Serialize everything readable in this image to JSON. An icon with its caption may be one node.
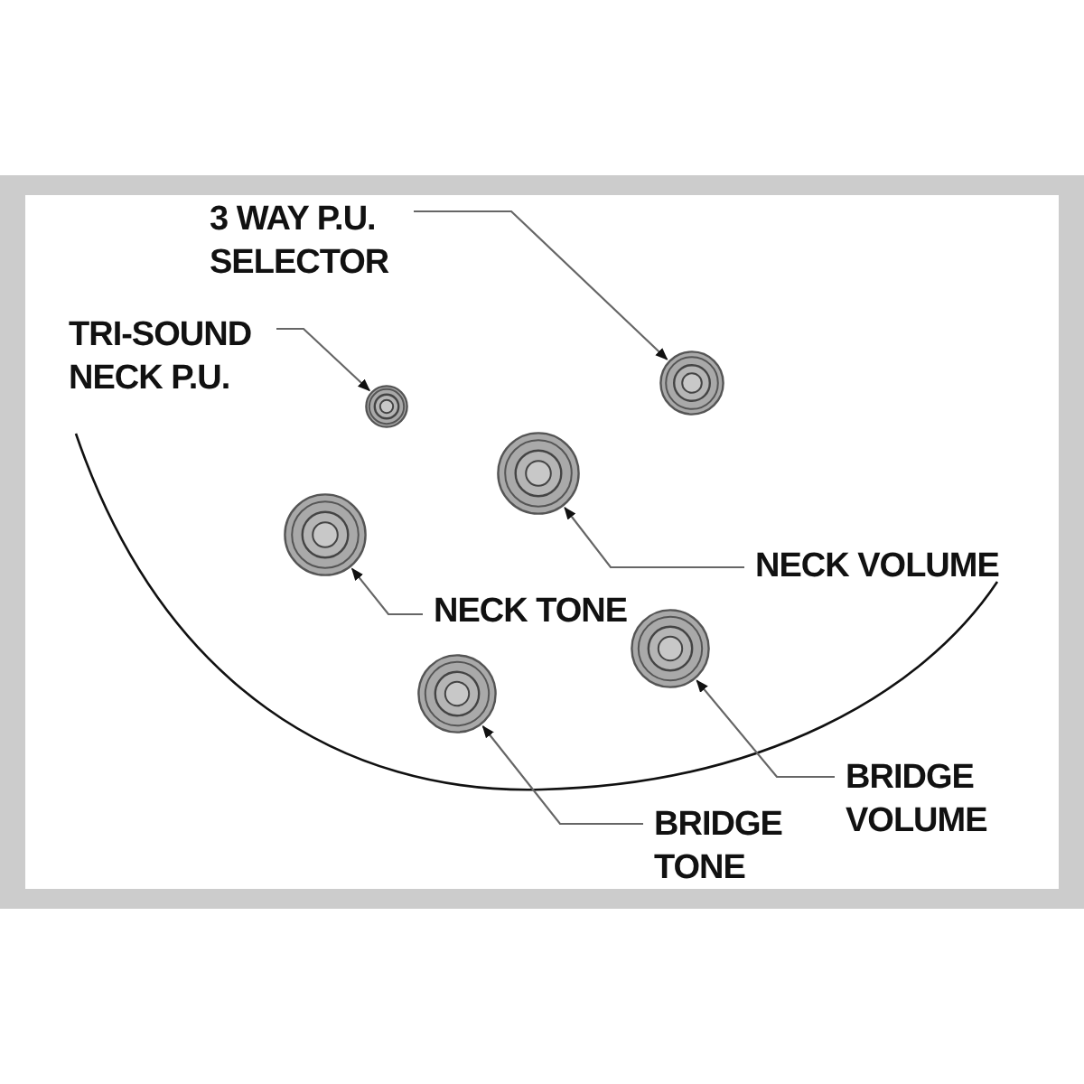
{
  "diagram": {
    "nodes": [
      {
        "text": [
          "3 WAY P.U. SELECTOR"
        ]
      },
      {
        "text": [
          "TRI-SOUND NECK P.U."
        ]
      },
      {
        "text": [
          "NECK VOLUME"
        ]
      },
      {
        "text": [
          "NECK TONE"
        ]
      },
      {
        "text": [
          "BRIDGE VOLUME"
        ]
      },
      {
        "text": [
          "BRIDGE TONE"
        ]
      },
      {
        "text": [],
        "shape": "circle"
      },
      {
        "text": [],
        "shape": "circle"
      },
      {
        "text": [],
        "shape": "circle"
      },
      {
        "text": [],
        "shape": "circle"
      },
      {
        "text": [],
        "shape": "circle"
      },
      {
        "text": [],
        "shape": "circle"
      }
    ],
    "edges": [
      {
        "from": 0,
        "to": 11,
        "arrow": "to"
      },
      {
        "from": 1,
        "to": 7,
        "arrow": "to"
      },
      {
        "from": 2,
        "to": 9,
        "arrow": "to"
      },
      {
        "from": 3,
        "to": 6,
        "arrow": "to"
      },
      {
        "from": 4,
        "to": 10,
        "arrow": "to"
      },
      {
        "from": 5,
        "to": 8,
        "arrow": "to"
      }
    ]
  }
}
